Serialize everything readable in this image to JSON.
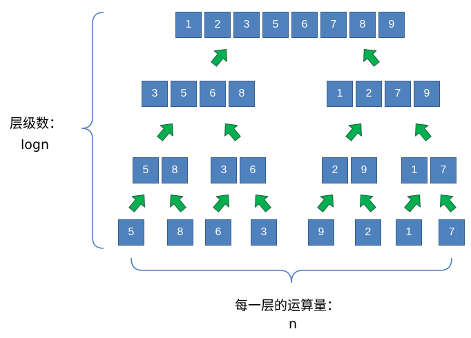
{
  "levels": [
    {
      "groups": [
        [
          "1",
          "2",
          "3",
          "5",
          "6",
          "7",
          "8",
          "9"
        ]
      ]
    },
    {
      "groups": [
        [
          "3",
          "5",
          "6",
          "8"
        ],
        [
          "1",
          "2",
          "7",
          "9"
        ]
      ]
    },
    {
      "groups": [
        [
          "5",
          "8"
        ],
        [
          "3",
          "6"
        ],
        [
          "2",
          "9"
        ],
        [
          "1",
          "7"
        ]
      ]
    },
    {
      "groups": [
        [
          "5"
        ],
        [
          "8"
        ],
        [
          "6"
        ],
        [
          "3"
        ],
        [
          "9"
        ],
        [
          "2"
        ],
        [
          "1"
        ],
        [
          "7"
        ]
      ]
    }
  ],
  "annotations": {
    "left_label_line1": "层级数：",
    "left_label_line2": "logn",
    "bottom_label_line1": "每一层的运算量：",
    "bottom_label_line2": "n"
  },
  "colors": {
    "cell_fill": "#4f81bd",
    "cell_border": "#385d8a",
    "cell_text": "#ffffff",
    "arrow_fill": "#00b050",
    "arrow_border": "#1f5c3a",
    "brace": "#4f81bd"
  },
  "icons": {
    "merge_arrow": "up-arrow-icon"
  }
}
